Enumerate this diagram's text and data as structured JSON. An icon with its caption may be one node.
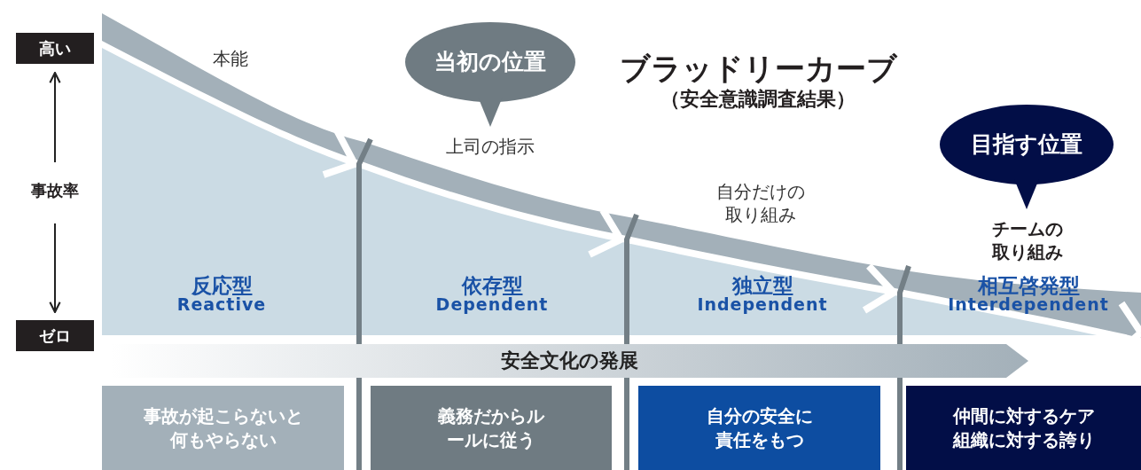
{
  "diagram": {
    "title": "ブラッドリーカーブ",
    "nodes": [
      {
        "text": [
          "高い"
        ]
      },
      {
        "text": [
          "ゼロ"
        ]
      },
      {
        "text": [
          "当初の位置"
        ]
      },
      {
        "text": [
          "目指す位置"
        ]
      },
      {
        "text": [
          "反応型",
          "Reactive"
        ]
      },
      {
        "text": [
          "依存型",
          "Dependent"
        ]
      },
      {
        "text": [
          "独立型",
          "Independent"
        ]
      },
      {
        "text": [
          "相互啓発型",
          "Interdependent"
        ]
      },
      {
        "text": [
          "安全文化の発展"
        ]
      },
      {
        "text": [
          "事故が起こらないと何もやらない"
        ]
      },
      {
        "text": [
          "義務だからルールに従う"
        ]
      },
      {
        "text": [
          "自分の安全に責任をもつ"
        ]
      },
      {
        "text": [
          "仲間に対するケア組織に対する誇り"
        ]
      }
    ],
    "labels": [
      "（安全意識調査結果）",
      "事故率",
      "本能",
      "上司の指示",
      "自分だけの取り組み",
      "チームの取り組み"
    ]
  }
}
